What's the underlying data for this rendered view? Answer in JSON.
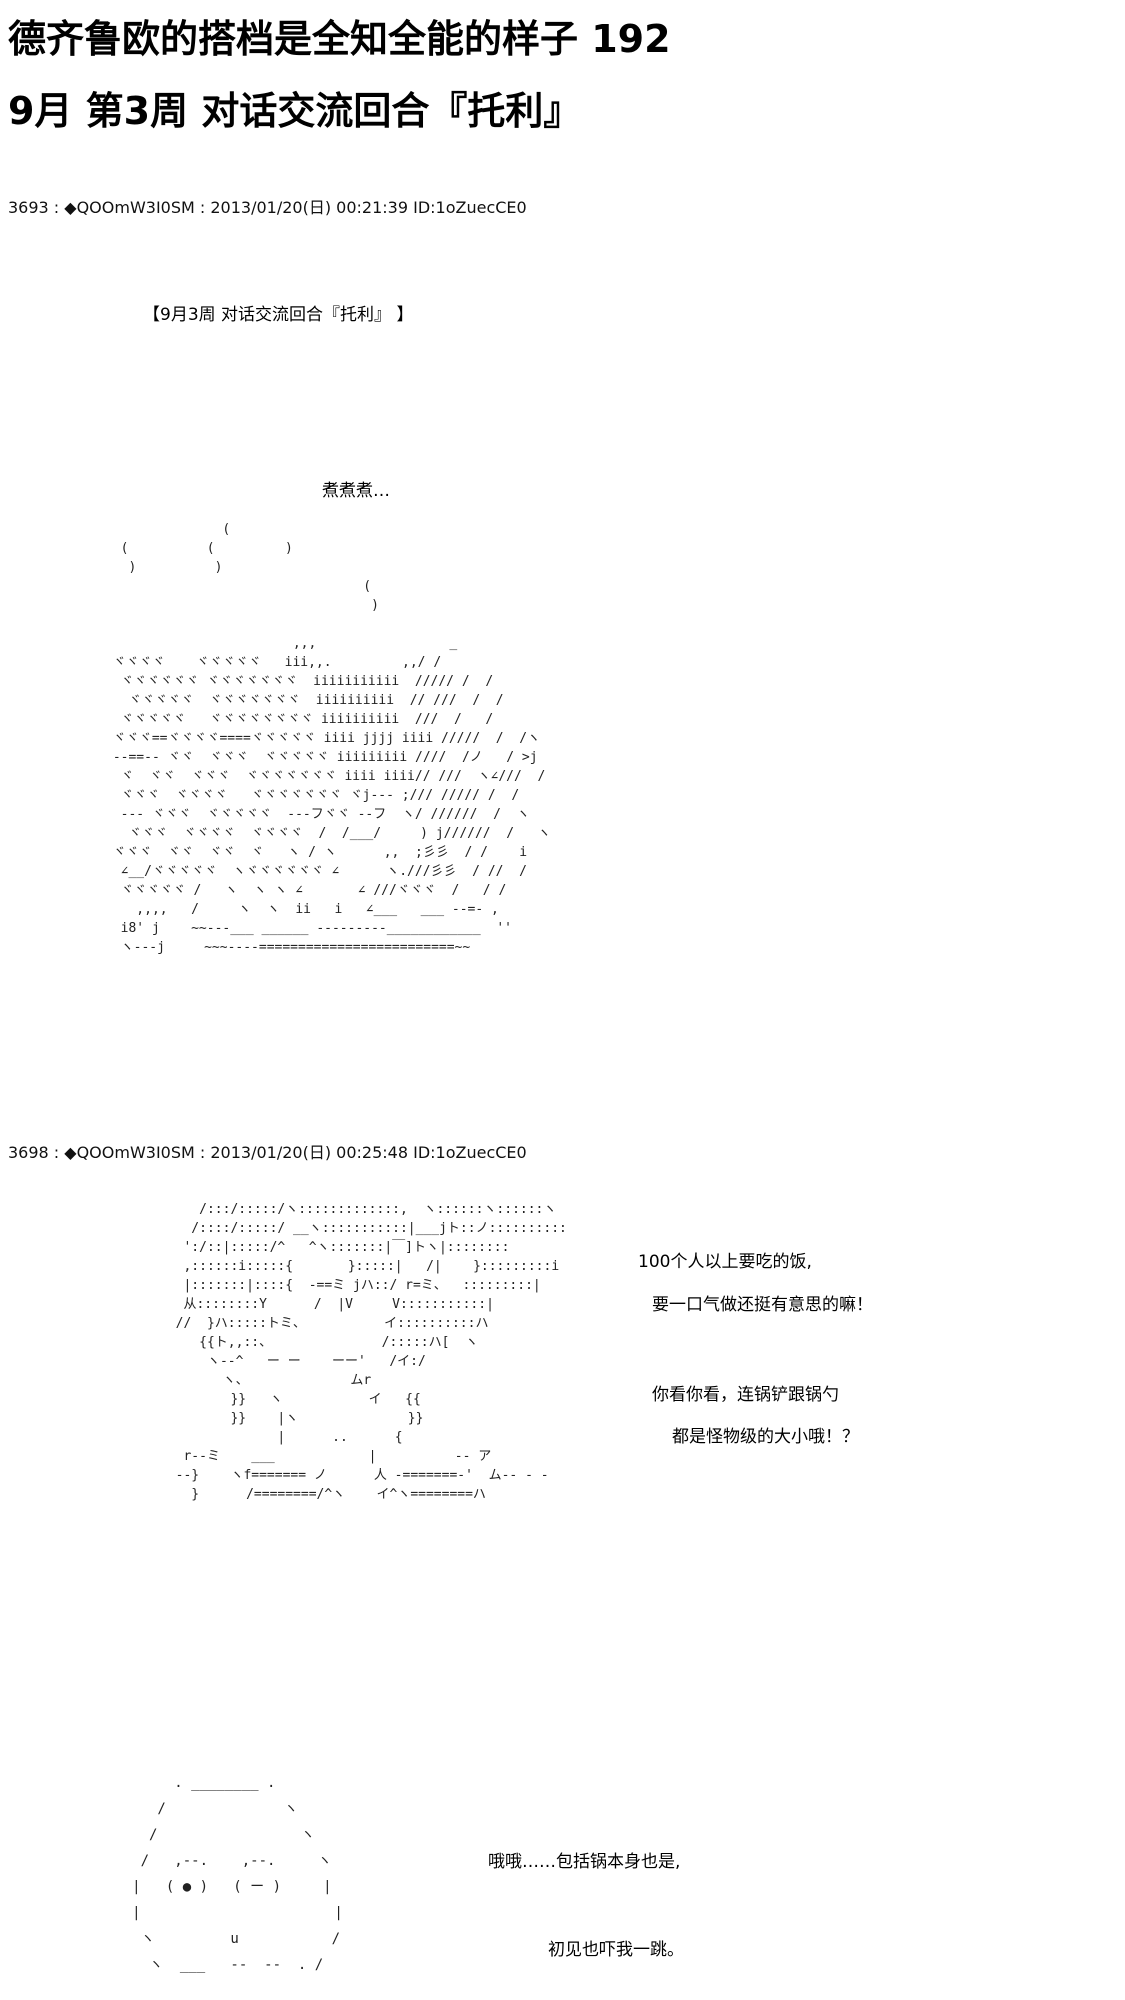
{
  "header": {
    "title_line1": "德齐鲁欧的搭档是全知全能的样子  192",
    "title_line2": "9月  第3周  对话交流回合『托利』"
  },
  "post1": {
    "meta": "3693 : ◆QOOmW3I0SM : 2013/01/20(日) 00:21:39 ID:1oZuecCE0",
    "heading": "【9月3周  对话交流回合『托利』 】",
    "caption": "煮煮煮…",
    "art": "               (\n  (          (         )\n   )          )\n                                 (\n                                  )\n\n                        ,,,                 _\n ヾヾヾヾ    ヾヾヾヾヾ   iii,,.         ,,/ /\n  ヾヾヾヾヾヾ ヾヾヾヾヾヾヾ  iiiiiiiiiii  ///// /  /\n   ヾヾヾヾヾ  ヾヾヾヾヾヾヾ  iiiiiiiiii  // ///  /  /\n  ヾヾヾヾヾ   ヾヾヾヾヾヾヾヾ iiiiiiiiii  ///  /   /\n ヾヾヾ==ヾヾヾヾ====ヾヾヾヾヾ iiii jjjj iiii /////  /  /ヽ\n --==-- ヾヾ  ヾヾヾ  ヾヾヾヾヾ iiiiiiiii ////  /ノ   / >j\n  ヾ  ヾヾ  ヾヾヾ  ヾヾヾヾヾヾヾ iiii iiii// ///  ヽ∠///  /\n  ヾヾヾ  ヾヾヾヾ   ヾヾヾヾヾヾヾ ヾj--- ;/// ///// /  /\n  --- ヾヾヾ  ヾヾヾヾヾ  ---フヾヾ --フ  ヽ/ //////  /  ヽ\n   ヾヾヾ  ヾヾヾヾ  ヾヾヾヾ  /  /___/     ) j//////  /   ヽ\n ヾヾヾ  ヾヾ  ヾヾ  ヾ   ヽ / ヽ      ,,  ;彡彡  / /    i\n  ∠__/ヾヾヾヾヾ  ヽヾヾヾヾヾヾ ∠      ヽ.///彡彡  / //  /\n  ヾヾヾヾヾ /   ヽ  ヽ ヽ ∠       ∠ ///ヾヾヾ  /   / /\n    ,,,,   /     ヽ  ヽ  ii   i   ∠___   ___ --=- ,\n  i8' j    ~~---___ ______ ---------____________  ''\n  ヽ---j     ~~~----=========================~~\n"
  },
  "post2": {
    "meta": "3698 : ◆QOOmW3I0SM : 2013/01/20(日) 00:25:48 ID:1oZuecCE0",
    "line1": "100个人以上要吃的饭,",
    "line2": "要一口气做还挺有意思的嘛！",
    "line3": "你看你看，连锅铲跟锅勺",
    "line4": "都是怪物级的大小哦！？",
    "art": "     /:::/:::::/ヽ:::::::::::::,  ヽ::::::ヽ::::::ヽ\n    /::::/:::::/ __ヽ:::::::::::|___jト::ノ::::::::::\n   ':/::|:::::/^   ^ヽ:::::::|￣]トヽ|::::::::\n   ,::::::i:::::{       }:::::|   /|    }:::::::::i\n   |:::::::|::::{  -==ミ jハ::/ r=ミ、  :::::::::|\n   从::::::::Y      /  |V     V:::::::::::|\n  //  }ハ:::::トミ、          イ::::::::::ハ\n     {{ト,,::、              /:::::ハ[  ヽ\n      ヽ--^   ー ー    ーー'   /イ:/\n        ヽ、             ムr\n         }}   ヽ           イ   {{\n         }}    |ヽ              }}\n               |      ..      {\n   r--ミ    ___            |          -- ア\n  --}    ヽf======= ノ      人 -=======-'  ム-- - -\n    }      /========/^ヽ    イ^ヽ========ハ\n"
  },
  "post3": {
    "line1": "哦哦……包括锅本身也是,",
    "line2": "初见也吓我一跳。",
    "art": "          . ________ .\n        /              ヽ\n       /                 ヽ\n      /   ,--.    ,--.     ヽ\n     |   ( ● )   ( ー )     |\n     |                       |\n      ヽ         u           /\n       ヽ  ___   --  --  . /\n"
  }
}
